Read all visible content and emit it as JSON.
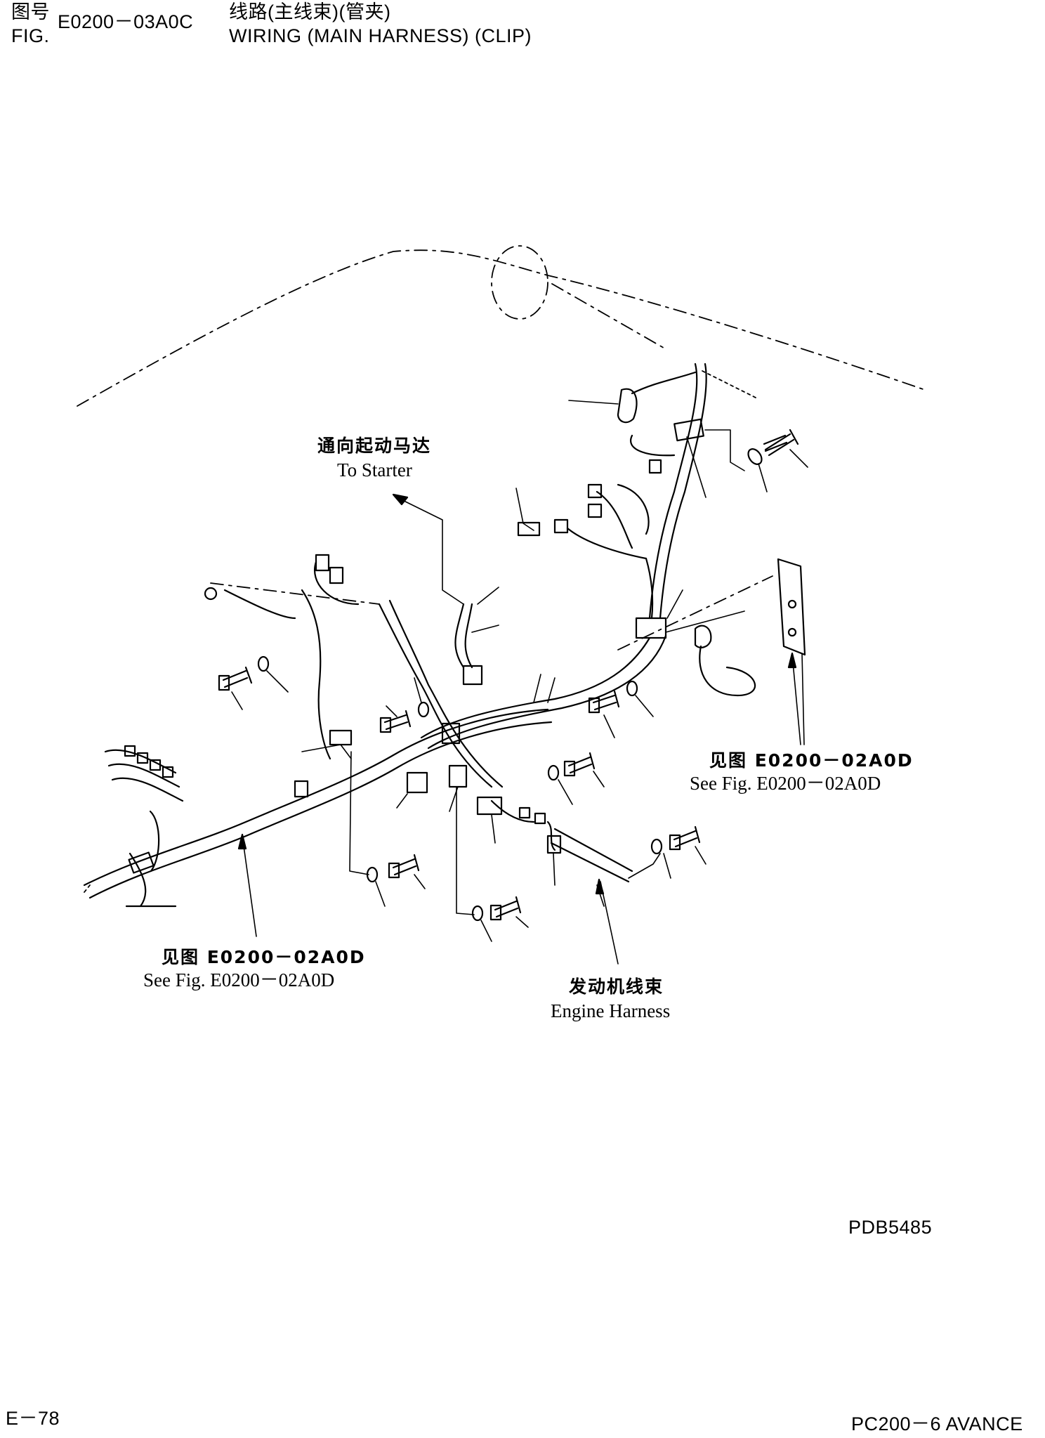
{
  "header": {
    "fig_cn": "图号",
    "fig_en": "FIG.",
    "fig_no": "E0200－03A0C",
    "title_cn": "线路(主线束)(管夹)",
    "title_en": "WIRING (MAIN HARNESS) (CLIP)"
  },
  "callouts": {
    "starter_cn": "通向起动马达",
    "starter_en": "To Starter",
    "see_fig_right_cn": "见图 E0200－02A0D",
    "see_fig_right_en": "See Fig. E0200－02A0D",
    "see_fig_left_cn": "见图 E0200－02A0D",
    "see_fig_left_en": "See Fig. E0200－02A0D",
    "engine_harness_cn": "发动机线束",
    "engine_harness_en": "Engine Harness"
  },
  "drawing_code": "PDB5485",
  "footer": {
    "page": "E－78",
    "model": "PC200－6 AVANCE"
  }
}
